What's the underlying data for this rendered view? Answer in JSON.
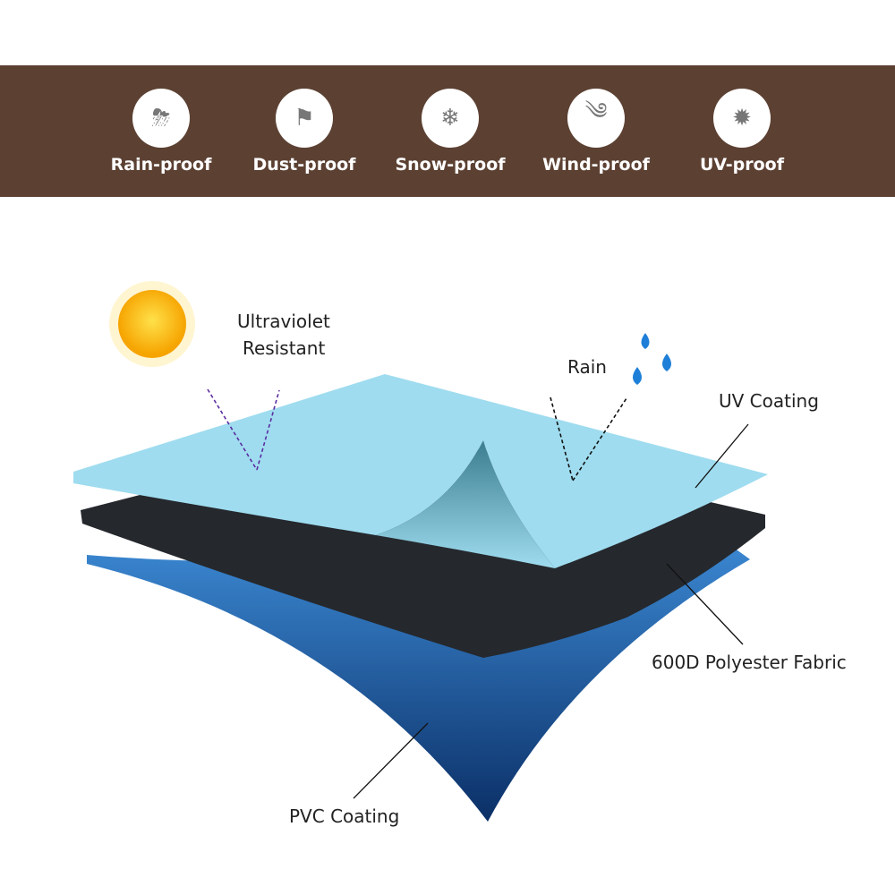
{
  "features": [
    {
      "label": "Rain-proof",
      "icon": "storm-cloud-icon",
      "glyph": "⛈"
    },
    {
      "label": "Dust-proof",
      "icon": "windsock-icon",
      "glyph": "⚑"
    },
    {
      "label": "Snow-proof",
      "icon": "snowflake-icon",
      "glyph": "❄"
    },
    {
      "label": "Wind-proof",
      "icon": "wind-icon",
      "glyph": "༄"
    },
    {
      "label": "UV-proof",
      "icon": "sun-icon",
      "glyph": "✹"
    }
  ],
  "labels": {
    "uv_resistant_1": "Ultraviolet",
    "uv_resistant_2": "Resistant",
    "rain": "Rain",
    "uv_coating": "UV Coating",
    "polyester": "600D Polyester Fabric",
    "pvc": "PVC Coating"
  },
  "colors": {
    "band": "#5c4133",
    "top_layer": "#9fdcef",
    "fabric": "#25282d",
    "pvc": "#2a6fb5"
  }
}
